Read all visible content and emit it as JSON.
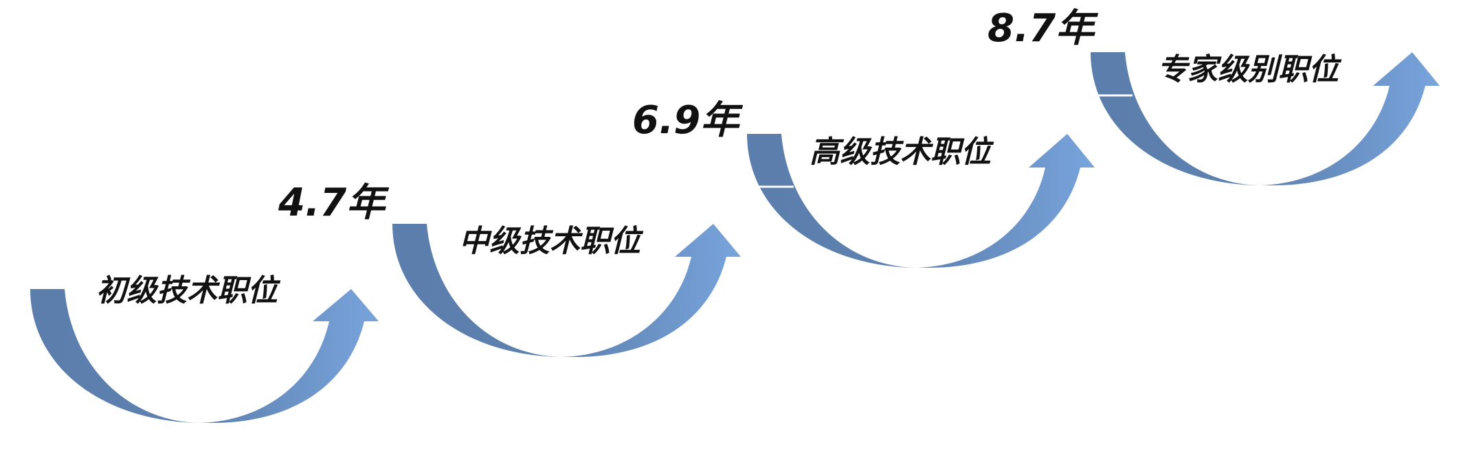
{
  "colors": {
    "arc_dark": "#5b7eac",
    "arc_light": "#729dd4",
    "text": "#111111"
  },
  "stages": [
    {
      "label": "初级技术职位"
    },
    {
      "label": "中级技术职位"
    },
    {
      "label": "高级技术职位"
    },
    {
      "label": "专家级别职位"
    }
  ],
  "years": [
    "4.7年",
    "6.9年",
    "8.7年"
  ]
}
